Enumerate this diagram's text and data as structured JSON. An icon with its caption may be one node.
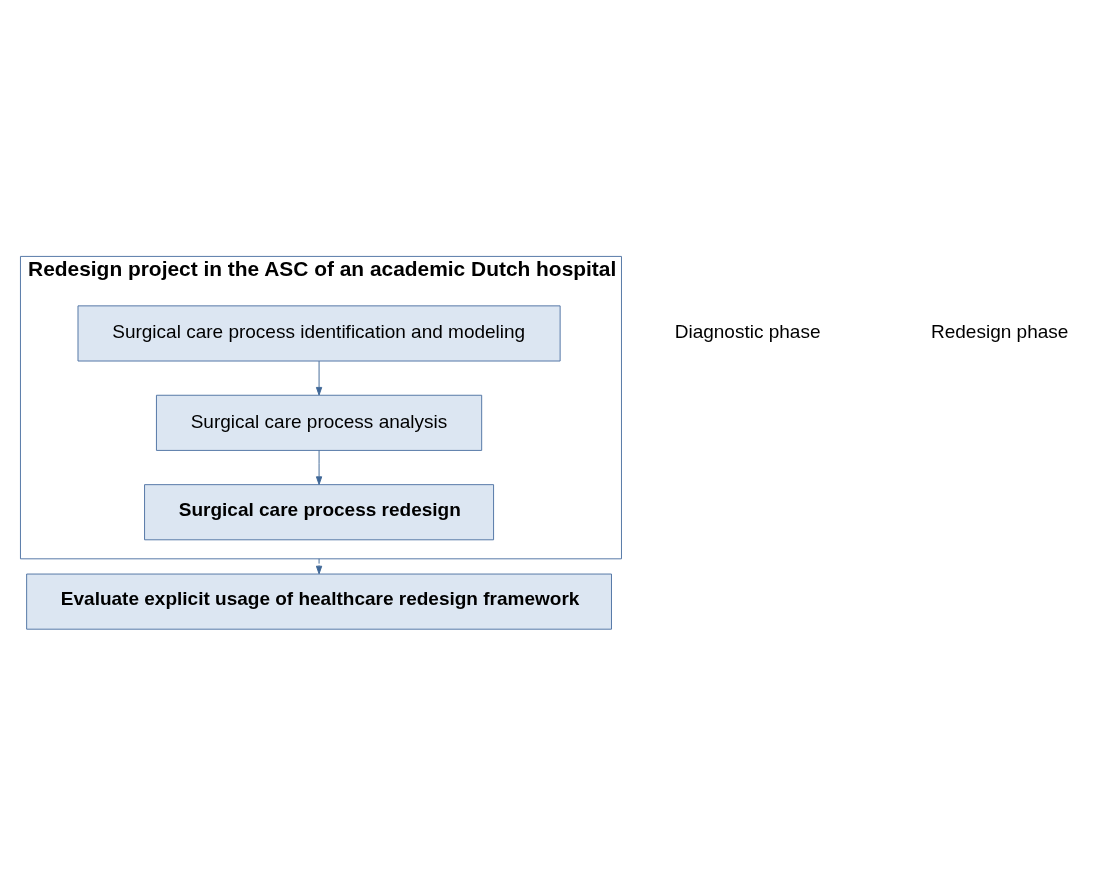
{
  "diagram": {
    "nodes": [
      {
        "text": [
          "Redesign project in the ASC of an academic Dutch hospital"
        ]
      },
      {
        "text": [
          "Surgical care process identification and modeling"
        ],
        "in": 0
      },
      {
        "text": [
          "Surgical care process analysis"
        ],
        "in": 0
      },
      {
        "text": [
          "Surgical care process redesign"
        ],
        "in": 0
      },
      {
        "text": [
          "Evaluate explicit usage of healthcare redesign framework"
        ]
      }
    ],
    "edges": [
      {
        "from": 1,
        "to": 2,
        "arrow": "to"
      },
      {
        "from": 2,
        "to": 3,
        "arrow": "to"
      },
      {
        "from": 0,
        "to": 4,
        "arrow": "to",
        "style": "dashed"
      }
    ],
    "labels": [
      "Diagnostic phase",
      "Redesign phase"
    ]
  }
}
